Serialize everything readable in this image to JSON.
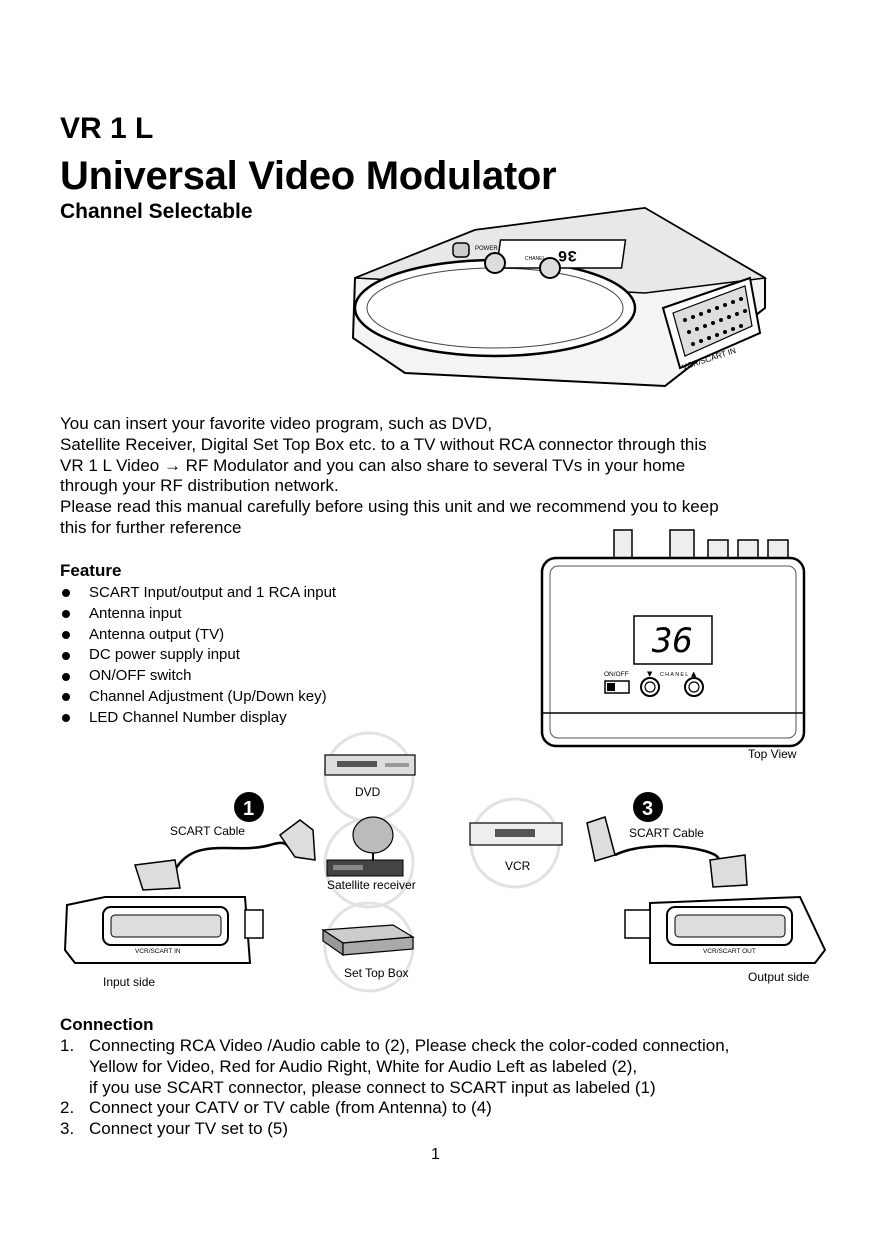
{
  "header": {
    "model": "VR 1 L",
    "title": "Universal Video Modulator",
    "subtitle": "Channel Selectable"
  },
  "intro": {
    "lines": [
      "You can insert your favorite video program, such as DVD,",
      "Satellite Receiver, Digital Set Top Box etc. to a TV without RCA connector through this",
      "VR 1 L Video → RF Modulator and you can also share to several TVs in your home",
      "through your RF distribution network.",
      "Please read this manual carefully before using this unit and we recommend you to keep",
      "this for further reference"
    ]
  },
  "feature": {
    "title": "Feature",
    "items": [
      "SCART Input/output and 1 RCA input",
      "Antenna input",
      "Antenna output (TV)",
      "DC power supply input",
      "ON/OFF switch",
      "Channel Adjustment (Up/Down key)",
      "LED Channel Number display"
    ]
  },
  "device_product": {
    "display": "36",
    "label_scart": "VCR/SCART IN",
    "label_power": "POWER",
    "label_channel": "CHANEL"
  },
  "top_view": {
    "display": "36",
    "onoff": "ON/OFF",
    "channel": "CHANEL",
    "down_arrow": "▼",
    "up_arrow": "▲",
    "caption": "Top View"
  },
  "diagram": {
    "marker_1": "1",
    "marker_3": "3",
    "scart_cable_left": "SCART Cable",
    "scart_cable_right": "SCART Cable",
    "dvd": "DVD",
    "satellite": "Satellite receiver",
    "settop": "Set Top Box",
    "vcr": "VCR",
    "input_side": "Input side",
    "output_side": "Output side",
    "scart_in": "VCR/SCART IN",
    "scart_out": "VCR/SCART OUT"
  },
  "connection": {
    "title": "Connection",
    "items": [
      {
        "num": "1.",
        "lines": [
          "Connecting RCA Video /Audio cable to (2), Please check the color-coded connection,",
          "Yellow for Video, Red for Audio Right, White for Audio Left as labeled (2),",
          "if you use SCART connector, please connect to SCART input as labeled (1)"
        ]
      },
      {
        "num": "2.",
        "lines": [
          "Connect your CATV or TV cable (from Antenna) to (4)"
        ]
      },
      {
        "num": "3.",
        "lines": [
          "Connect your TV set to (5)"
        ]
      }
    ]
  },
  "page_number": "1"
}
